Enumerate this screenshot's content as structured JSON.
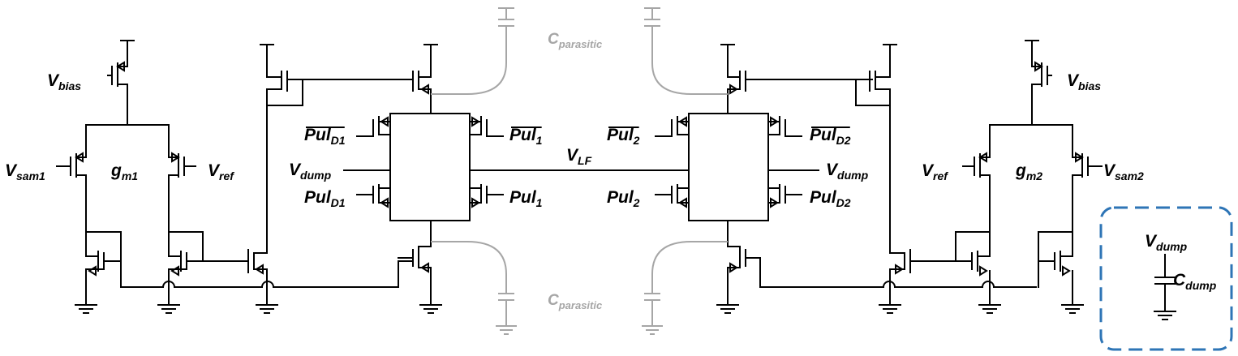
{
  "labels": {
    "vbias_left": {
      "main": "V",
      "sub": "bias"
    },
    "vbias_right": {
      "main": "V",
      "sub": "bias"
    },
    "vsam1": {
      "main": "V",
      "sub": "sam1"
    },
    "vsam2": {
      "main": "V",
      "sub": "sam2"
    },
    "gm1": {
      "main": "g",
      "sub": "m1"
    },
    "gm2": {
      "main": "g",
      "sub": "m2"
    },
    "vref_left": {
      "main": "V",
      "sub": "ref"
    },
    "vref_right": {
      "main": "V",
      "sub": "ref"
    },
    "vdump_left": {
      "main": "V",
      "sub": "dump"
    },
    "vdump_right": {
      "main": "V",
      "sub": "dump"
    },
    "vdump_legend": {
      "main": "V",
      "sub": "dump"
    },
    "cdump_legend": {
      "main": "C",
      "sub": "dump"
    },
    "vlf": {
      "main": "V",
      "sub": "LF"
    },
    "puld1_bar": {
      "main": "Pul",
      "sub": "D1"
    },
    "pul1_bar": {
      "main": "Pul",
      "sub": "1"
    },
    "puld1": {
      "main": "Pul",
      "sub": "D1"
    },
    "pul1": {
      "main": "Pul",
      "sub": "1"
    },
    "pul2_bar": {
      "main": "Pul",
      "sub": "2"
    },
    "puld2_bar": {
      "main": "Pul",
      "sub": "D2"
    },
    "pul2": {
      "main": "Pul",
      "sub": "2"
    },
    "puld2": {
      "main": "Pul",
      "sub": "D2"
    },
    "cpar_top": {
      "main": "C",
      "sub": "parasitic"
    },
    "cpar_bottom": {
      "main": "C",
      "sub": "parasitic"
    }
  },
  "colors": {
    "wire": "#000000",
    "parasitic": "#a6a6a6",
    "legend_border": "#2e75b6"
  }
}
